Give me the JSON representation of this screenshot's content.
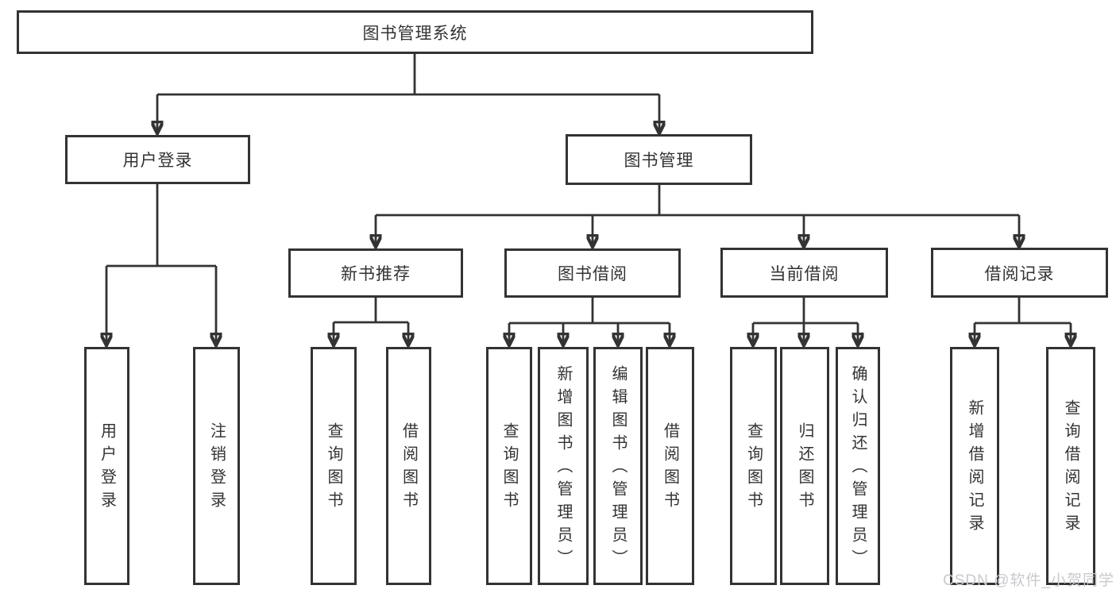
{
  "diagram": {
    "root": {
      "label": "图书管理系统"
    },
    "branches": [
      {
        "label": "用户登录"
      },
      {
        "label": "图书管理"
      }
    ],
    "modules": [
      {
        "label": "新书推荐"
      },
      {
        "label": "图书借阅"
      },
      {
        "label": "当前借阅"
      },
      {
        "label": "借阅记录"
      }
    ],
    "functions": [
      {
        "label": "用户登录"
      },
      {
        "label": "注销登录"
      },
      {
        "label": "查询图书"
      },
      {
        "label": "借阅图书"
      },
      {
        "label": "查询图书"
      },
      {
        "label": "新增图书（管理员）"
      },
      {
        "label": "编辑图书（管理员）"
      },
      {
        "label": "借阅图书"
      },
      {
        "label": "查询图书"
      },
      {
        "label": "归还图书"
      },
      {
        "label": "确认归还（管理员）"
      },
      {
        "label": "新增借阅记录"
      },
      {
        "label": "查询借阅记录"
      }
    ],
    "watermark": "CSDN @软件_小贺同学",
    "colors": {
      "line": "#333333",
      "box_border": "#333333",
      "box_background": "#ffffff",
      "text": "#333333",
      "watermark": "#c9c9ce"
    }
  }
}
